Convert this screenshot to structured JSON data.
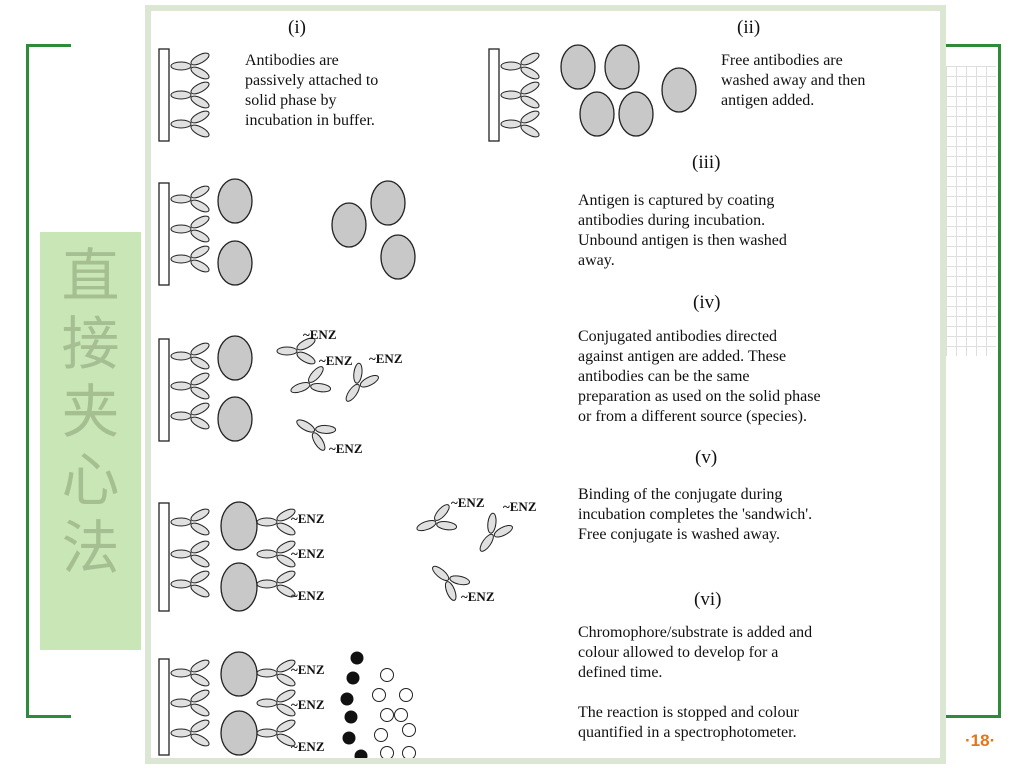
{
  "slide": {
    "vertical_title": "直接夹心法",
    "page_number": "·18·"
  },
  "diagram": {
    "enzyme_label": "ENZ",
    "steps": [
      {
        "label": "(i)",
        "caption": "Antibodies are\npassively attached to\nsolid phase by\nincubation in buffer."
      },
      {
        "label": "(ii)",
        "caption": "Free antibodies are\nwashed away and then\nantigen added."
      },
      {
        "label": "(iii)",
        "caption": "Antigen is captured by coating\nantibodies during incubation.\nUnbound antigen is then washed\naway."
      },
      {
        "label": "(iv)",
        "caption": "Conjugated antibodies directed\nagainst antigen are added. These\nantibodies can be the same\npreparation as used on the solid phase\nor from a different source (species)."
      },
      {
        "label": "(v)",
        "caption": "Binding of the conjugate during\nincubation completes the 'sandwich'.\nFree conjugate is washed away."
      },
      {
        "label": "(vi)",
        "caption": "Chromophore/substrate is added and\ncolour allowed to develop for a\ndefined time.\n\nThe reaction is stopped and colour\nquantified in a spectrophotometer."
      }
    ]
  },
  "colors": {
    "frame_green": "#2e8b3a",
    "title_box": "#c9e7b6",
    "title_text": "#a5bf93",
    "page_number": "#e2761b",
    "antigen_fill": "#c8c8c8"
  }
}
